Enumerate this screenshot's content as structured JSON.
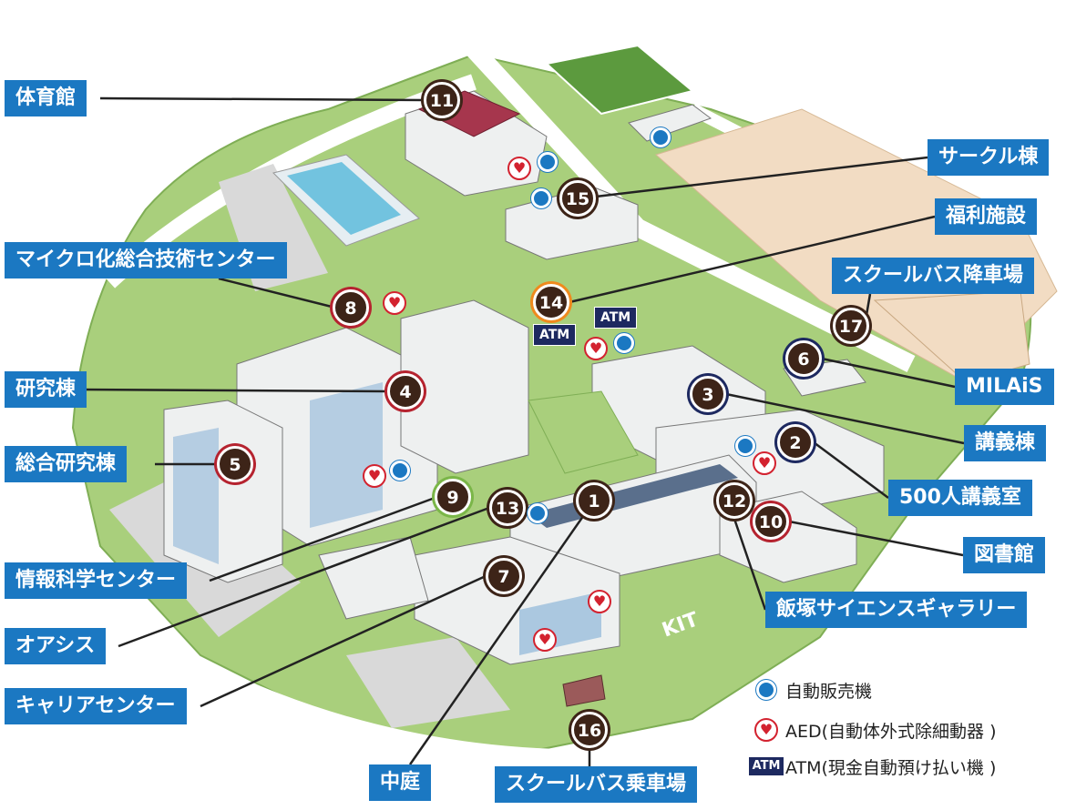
{
  "colors": {
    "label_bg": "#1b78c2",
    "marker_fill": "#3d2418",
    "ring_red": "#b5232f",
    "ring_green": "#7ab648",
    "ring_navy": "#1d2960",
    "ring_orange": "#ef8a1e",
    "grass": "#a9cf7c",
    "road": "#ffffff",
    "field": "#f2dcc3",
    "building": "#eef0f0",
    "glass": "#8fb6d9"
  },
  "labels": {
    "gym": "体育館",
    "circle": "サークル棟",
    "welfare": "福利施設",
    "micro": "マイクロ化総合技術センター",
    "bus_drop": "スクールバス降車場",
    "research": "研究棟",
    "milais": "MILAiS",
    "lecture": "講義棟",
    "general_research": "総合研究棟",
    "hall500": "500人講義室",
    "info": "情報科学センター",
    "library": "図書館",
    "oasis": "オアシス",
    "iizuka": "飯塚サイエンスギャラリー",
    "career": "キャリアセンター",
    "courtyard": "中庭",
    "bus_board": "スクールバス乗車場"
  },
  "markers": {
    "m1": "1",
    "m2": "2",
    "m3": "3",
    "m4": "4",
    "m5": "5",
    "m6": "6",
    "m7": "7",
    "m8": "8",
    "m9": "9",
    "m10": "10",
    "m11": "11",
    "m12": "12",
    "m13": "13",
    "m14": "14",
    "m15": "15",
    "m16": "16",
    "m17": "17"
  },
  "atm_badge": "ATM",
  "logo_text": "KIT",
  "legend": {
    "vending": "自動販売機",
    "aed": "AED(自動体外式除細動器 )",
    "atm": "ATM(現金自動預け払い機 )",
    "atm_icon": "ATM"
  }
}
